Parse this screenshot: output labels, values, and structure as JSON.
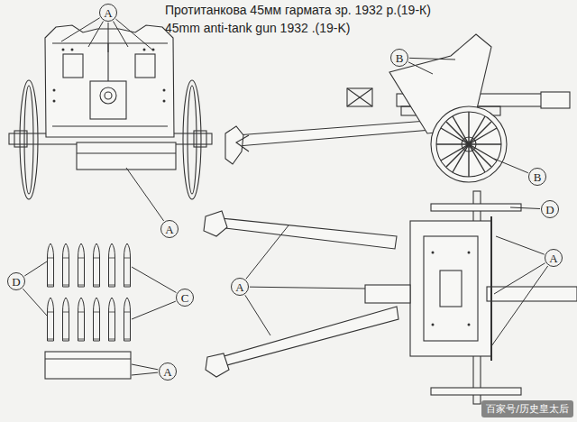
{
  "diagram": {
    "title": "Протитанкова 45мм гармата зр. 1932 р.(19-К)",
    "nodes": [
      {
        "text": [
          "A"
        ]
      },
      {
        "text": [
          "B"
        ]
      },
      {
        "text": [
          "B"
        ]
      },
      {
        "text": [
          "D"
        ]
      },
      {
        "text": [
          "A"
        ]
      },
      {
        "text": [
          "A"
        ]
      },
      {
        "text": [
          "D"
        ]
      },
      {
        "text": [
          "A"
        ]
      },
      {
        "text": [
          "C"
        ]
      },
      {
        "text": [
          "A"
        ]
      }
    ],
    "labels": [
      "45mm anti-tank gun 1932 .(19-K)",
      "百家号/历史皇太后"
    ]
  }
}
